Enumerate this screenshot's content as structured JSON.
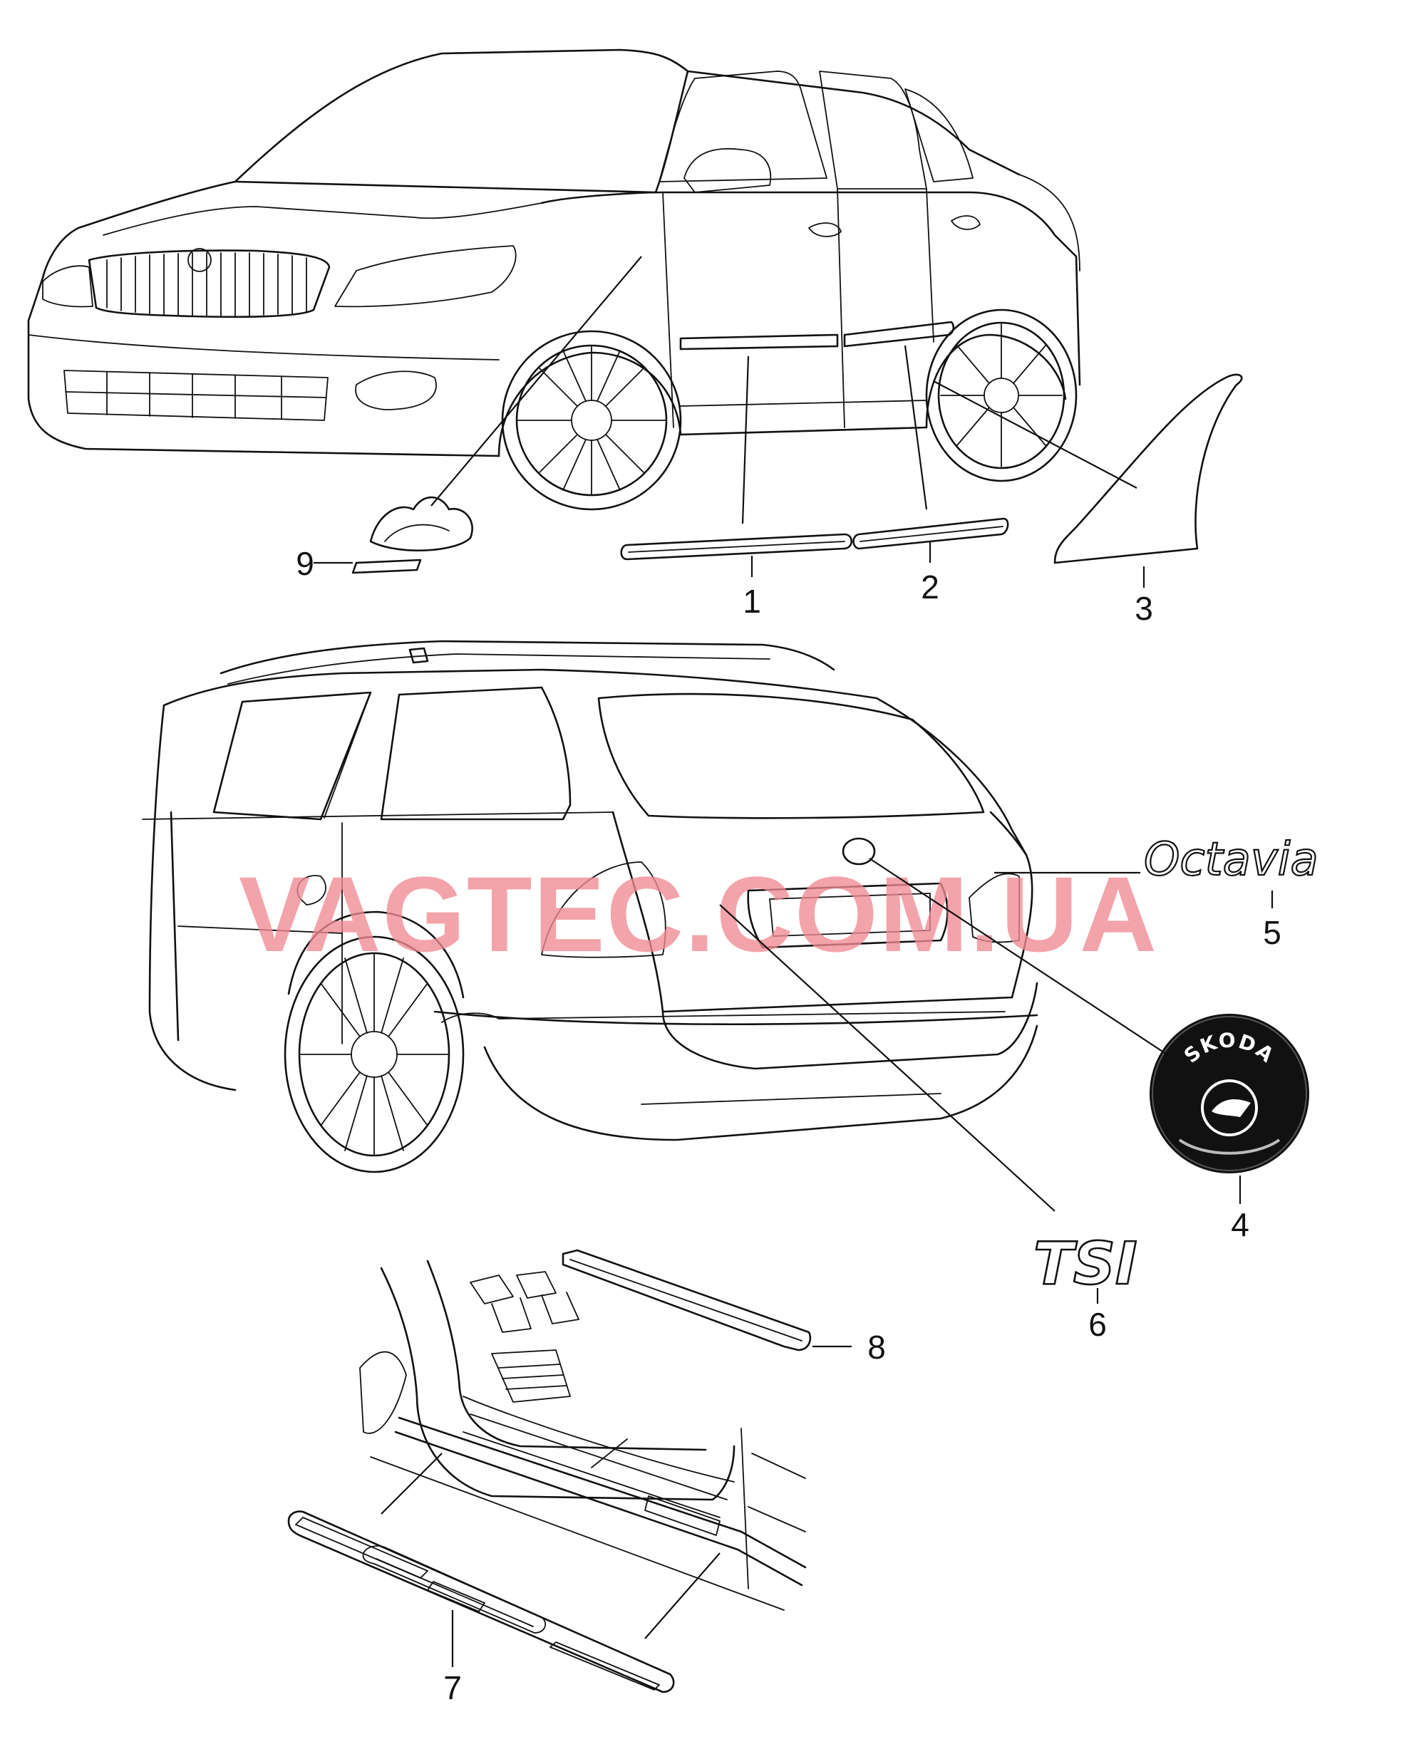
{
  "watermark": "VAGTEC.COM.UA",
  "badges": {
    "model_name": "Octavia",
    "engine_badge": "TSI",
    "brand_emblem": "SKODA"
  },
  "callouts": [
    "1",
    "2",
    "3",
    "4",
    "5",
    "6",
    "7",
    "8",
    "9"
  ],
  "colors": {
    "line": "#111111",
    "watermark": "#f08a94",
    "emblem": "#111111"
  }
}
